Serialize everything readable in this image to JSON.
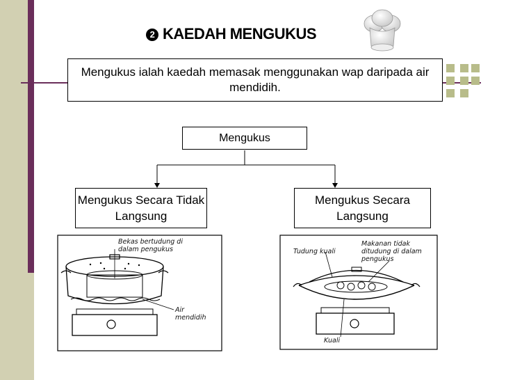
{
  "slide": {
    "number_glyph": "2",
    "title": "KAEDAH MENGUKUS",
    "definition": "Mengukus ialah kaedah memasak menggunakan wap daripada air mendidih."
  },
  "diagram": {
    "root": "Mengukus",
    "left_child": "Mengukus Secara Tidak Langsung",
    "right_child": "Mengukus Secara Langsung"
  },
  "illustration_left": {
    "label_container": "Bekas bertudung di dalam pengukus",
    "label_water": "Air mendidih"
  },
  "illustration_right": {
    "label_lid": "Tudung kuali",
    "label_food": "Makanan tidak ditudung di dalam pengukus",
    "label_wok": "Kuali"
  },
  "icons": {
    "chef_hat": "chef-hat-icon",
    "number_badge": "number-two-circle-icon"
  },
  "colors": {
    "side_band": "#d2d0b2",
    "accent": "#6a2e5a",
    "square": "#b8bc8a"
  }
}
